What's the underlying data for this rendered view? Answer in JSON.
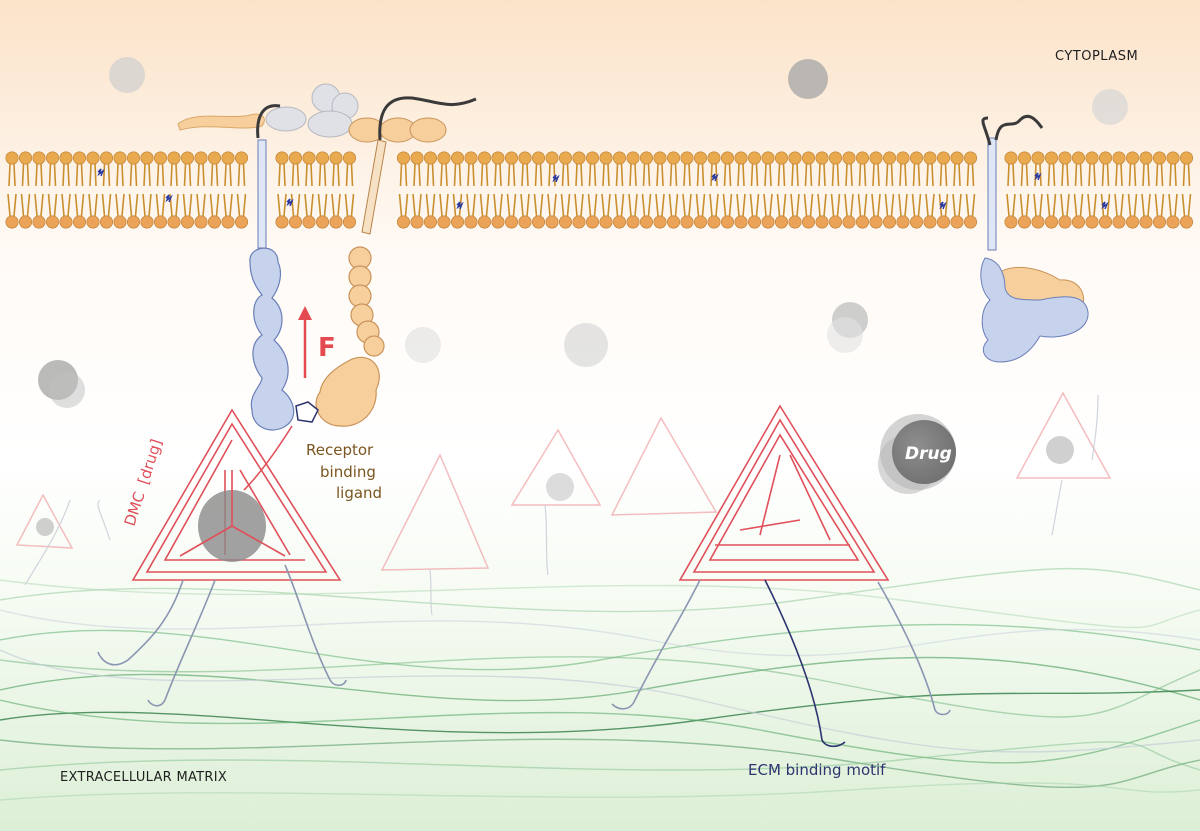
{
  "labels": {
    "cytoplasm": "CYTOPLASM",
    "extracellular_matrix": "EXTRACELLULAR MATRIX",
    "force": "F",
    "dmc": "DMC",
    "drug_bracket": "[drug]",
    "receptor_line1": "Receptor",
    "receptor_line2": "binding",
    "receptor_line3": "ligand",
    "drug": "Drug",
    "ecm_motif": "ECM binding motif"
  },
  "colors": {
    "cytoplasm_top": "#fbe2c6",
    "ecm_bottom": "#dcefd6",
    "membrane_head": "#e9a94f",
    "membrane_tail": "#c98f2e",
    "receptor_blue": "#c7d2ec",
    "receptor_tan": "#f7cf9c",
    "dmc_red": "#e0505a",
    "force_red": "#e34b50",
    "ecm_navy": "#2d3570",
    "receptor_text": "#7a5520",
    "drug_gray": "#7a7a7a"
  }
}
